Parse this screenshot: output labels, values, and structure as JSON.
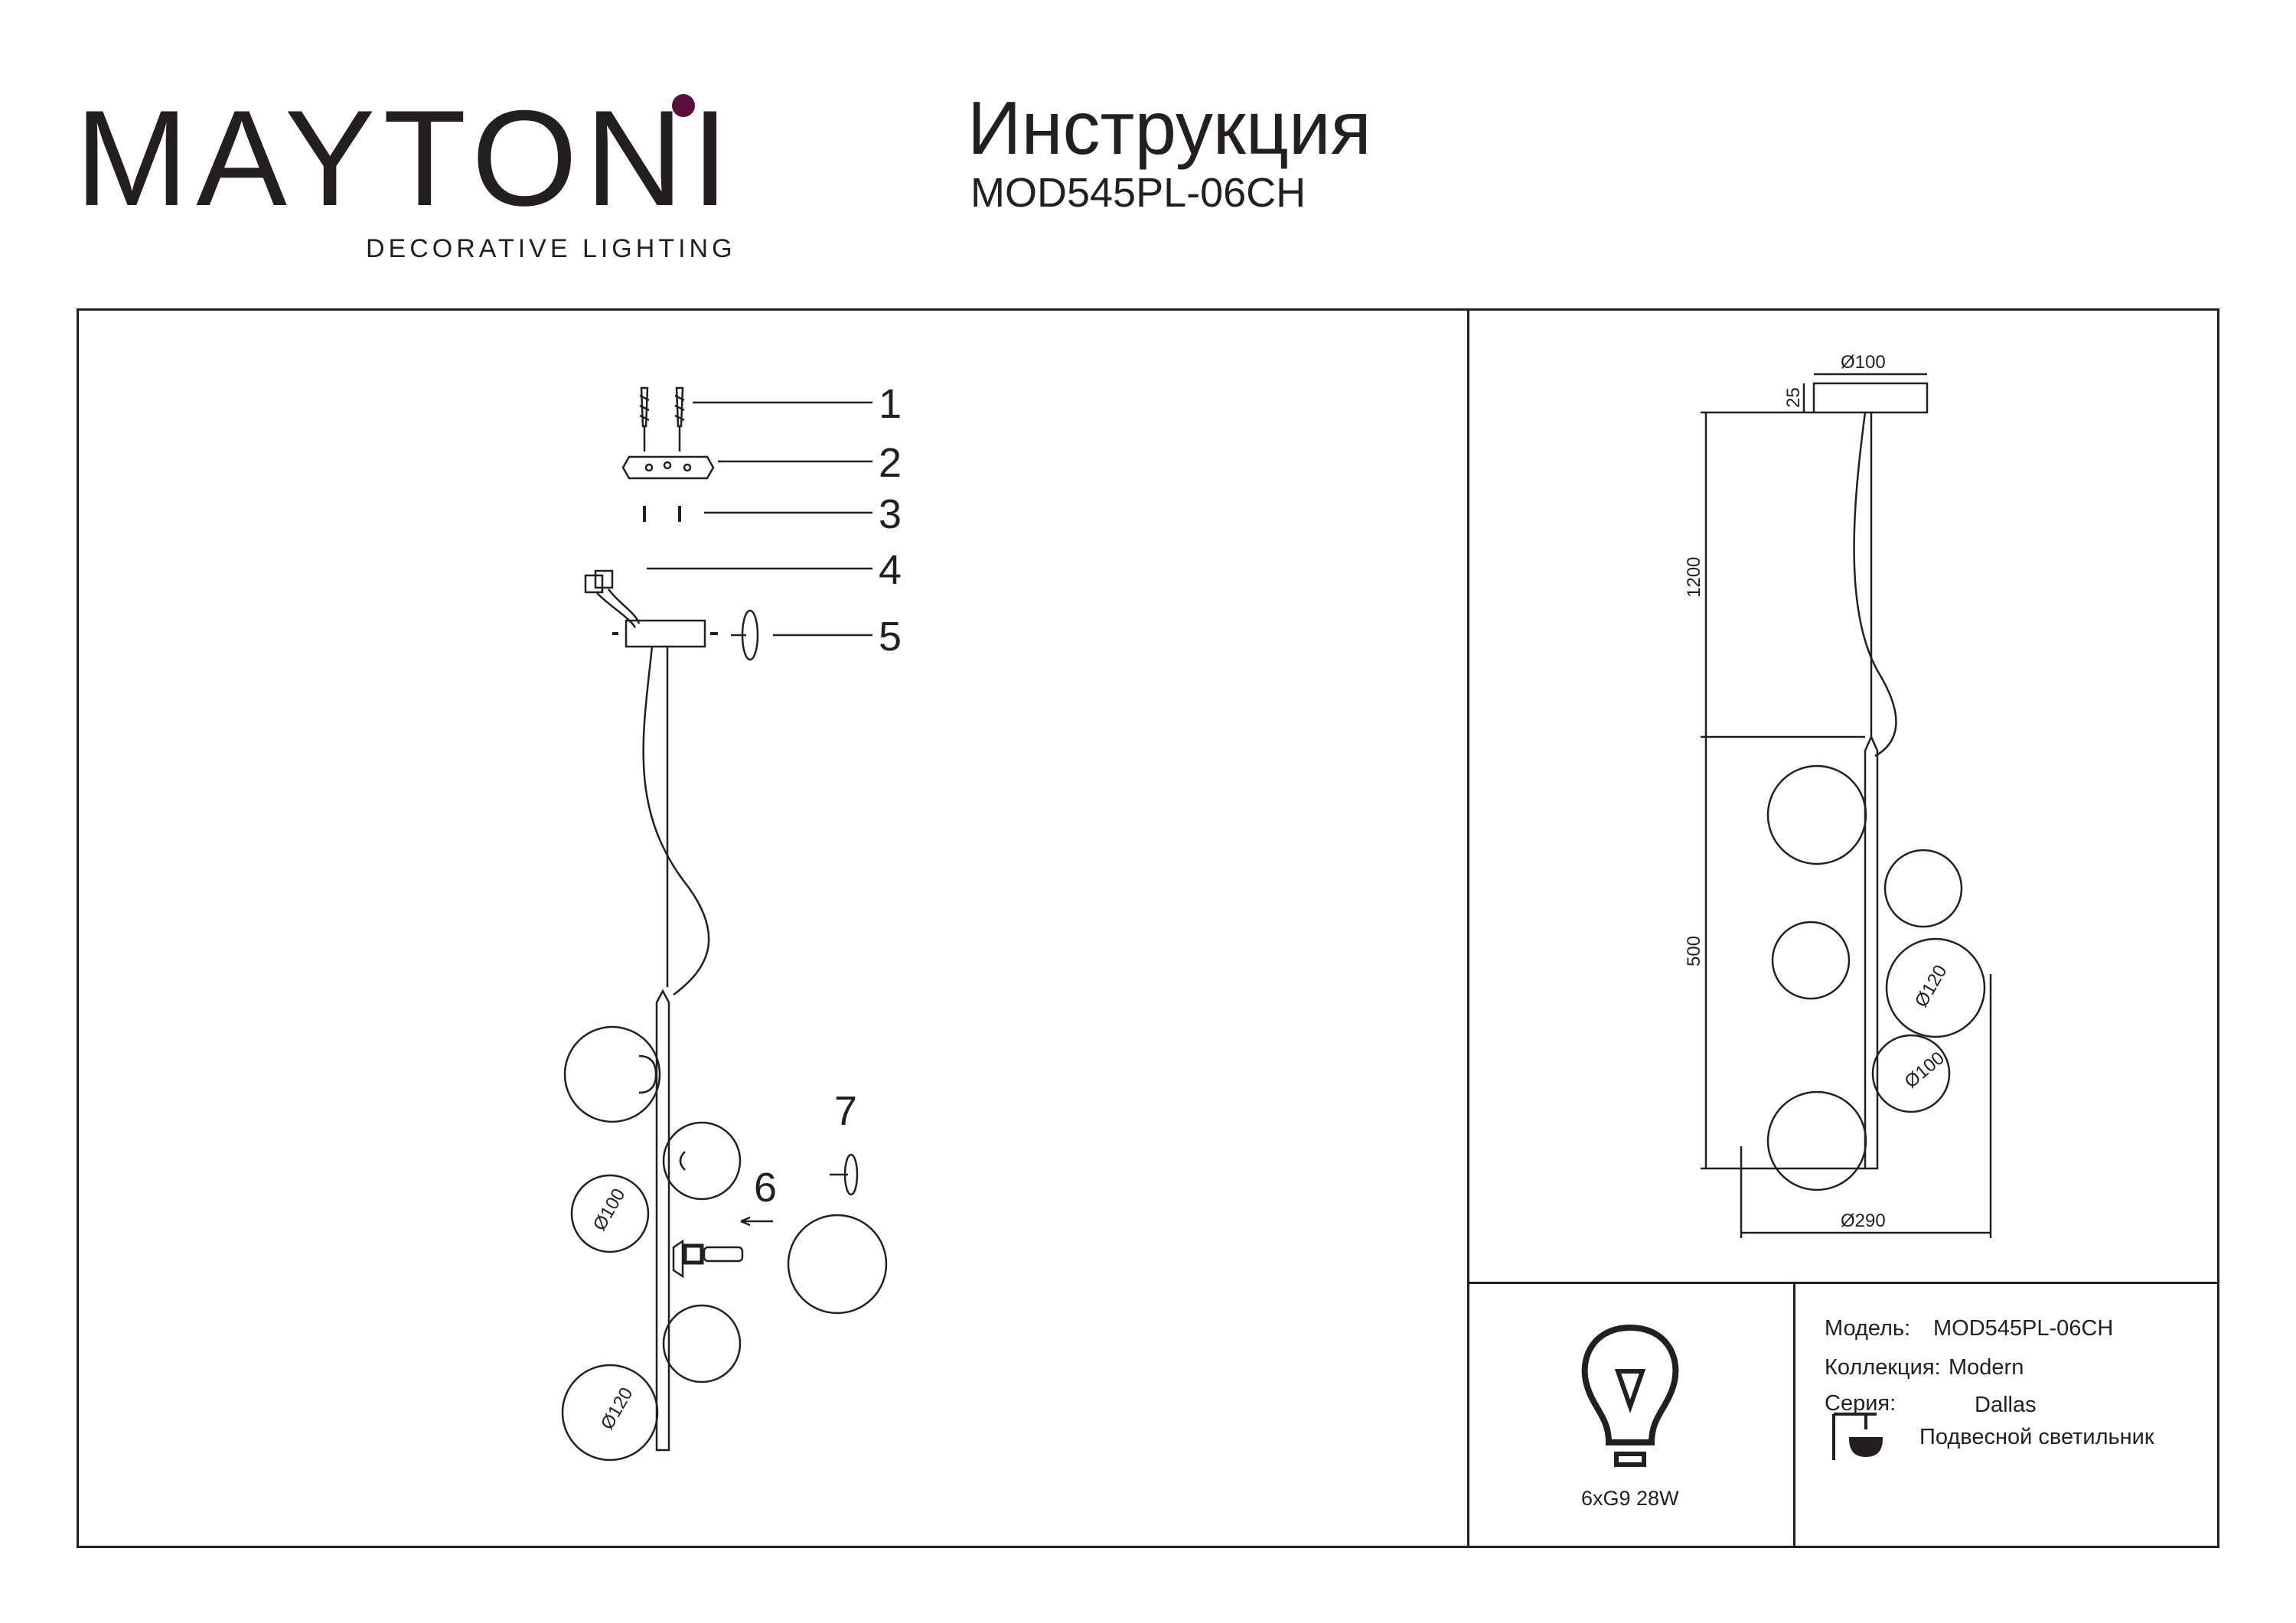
{
  "header": {
    "brand": "MAYTONI",
    "tagline": "DECORATIVE LIGHTING",
    "title": "Инструкция",
    "model_code": "MOD545PL-06CH"
  },
  "assembly": {
    "step_numbers": [
      "1",
      "2",
      "3",
      "4",
      "5",
      "6",
      "7"
    ],
    "dim_small_globe": "Ø100",
    "dim_large_globe": "Ø120"
  },
  "dimensions": {
    "canopy_diameter": "Ø100",
    "canopy_height": "25",
    "suspension_length": "1200",
    "body_length": "500",
    "large_globe": "Ø120",
    "small_globe": "Ø100",
    "overall_width": "Ø290"
  },
  "bulb": {
    "label": "6xG9 28W"
  },
  "specs": {
    "model_label": "Модель:",
    "model_value": "MOD545PL-06CH",
    "collection_label": "Коллекция:",
    "collection_value": "Modern",
    "series_label": "Серия:",
    "series_value": "Dallas",
    "type_value": "Подвесной светильник"
  }
}
